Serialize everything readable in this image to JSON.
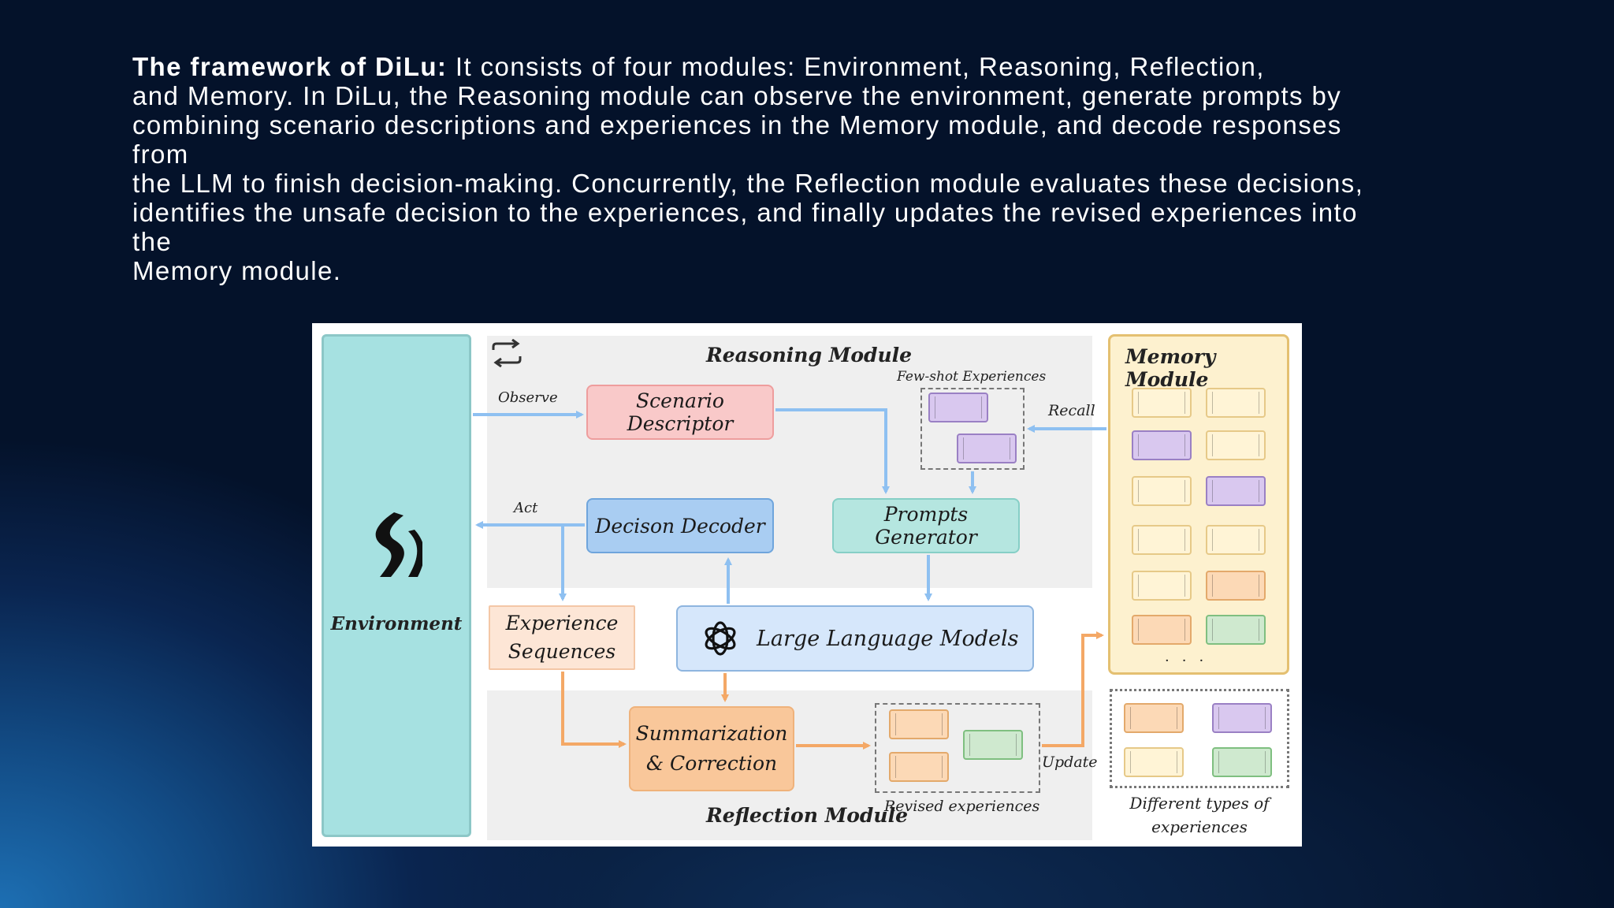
{
  "caption": {
    "bold": "The framework of DiLu:",
    "lines": [
      "It consists of four modules: Environment, Reasoning, Reflection,",
      "and Memory. In DiLu, the Reasoning module can observe the environment, generate prompts by",
      "combining scenario descriptions and experiences in the Memory module, and decode responses",
      "from",
      "the LLM to finish decision-making. Concurrently, the Reflection module evaluates these decisions,",
      "identifies the unsafe decision to the experiences, and finally updates the revised experiences into",
      "the",
      "Memory module."
    ]
  },
  "diagram": {
    "environment": {
      "label": "Environment",
      "icon": "road-logo-icon"
    },
    "reasoning": {
      "title": "Reasoning Module",
      "observe": "Observe",
      "act": "Act",
      "scenario_descriptor": "Scenario Descriptor",
      "decision_decoder": "Decison Decoder",
      "prompts_generator": "Prompts Generator",
      "few_shot": "Few-shot Experiences",
      "recall": "Recall"
    },
    "llm": {
      "label": "Large Language Models",
      "icon": "openai-logo-icon"
    },
    "experience_sequences": [
      "Experience",
      "Sequences"
    ],
    "reflection": {
      "title": "Reflection Module",
      "summarization": [
        "Summarization",
        "& Correction"
      ],
      "revised": "Revised experiences",
      "update": "Update"
    },
    "memory": {
      "title": "Memory Module",
      "types_label": [
        "Different types of",
        "experiences"
      ],
      "chips": [
        [
          "yellow",
          "yellow"
        ],
        [
          "purple",
          "yellow"
        ],
        [
          "yellow",
          "purple"
        ],
        [
          "yellow",
          "yellow"
        ],
        [
          "yellow",
          "orange"
        ],
        [
          "orange",
          "green"
        ]
      ],
      "types_chips": [
        [
          "orange",
          "purple"
        ],
        [
          "yellow",
          "green"
        ]
      ]
    },
    "colors": {
      "environment": "#a6e1e1",
      "scenario": "#f9c9c9",
      "decoder": "#a9cdf2",
      "prompts": "#b5e6e0",
      "llm": "#d6e7fb",
      "experience": "#fde6d6",
      "summarization": "#f9c79a",
      "memory": "#fdf1cf",
      "arrow_blue": "#8ec0f1",
      "arrow_orange": "#f4a866"
    }
  }
}
